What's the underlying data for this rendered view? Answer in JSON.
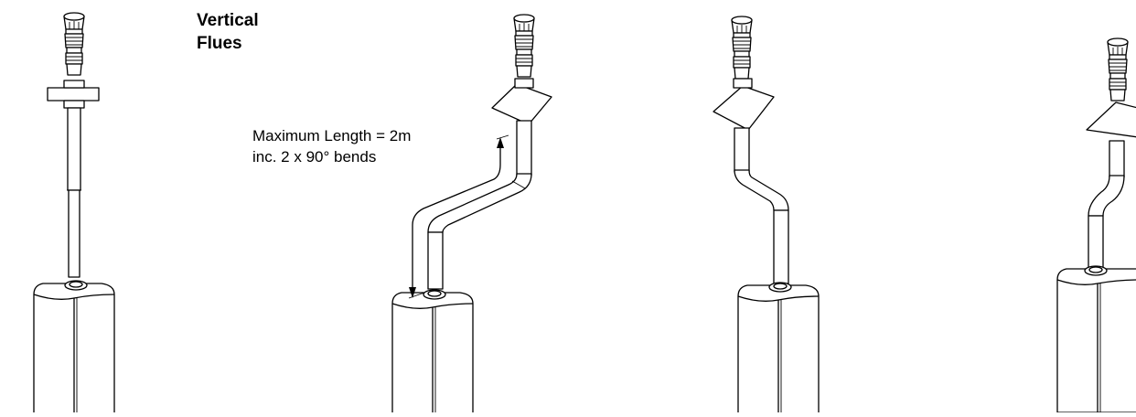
{
  "title": {
    "line1": "Vertical",
    "line2": "Flues"
  },
  "annotation": {
    "line1": "Maximum Length = 2m",
    "line2": "inc. 2 x 90° bends"
  },
  "figures": [
    {
      "id": "straight-vertical"
    },
    {
      "id": "offset-two-bends-dimensioned"
    },
    {
      "id": "offset-45-bends"
    },
    {
      "id": "offset-partial"
    }
  ]
}
